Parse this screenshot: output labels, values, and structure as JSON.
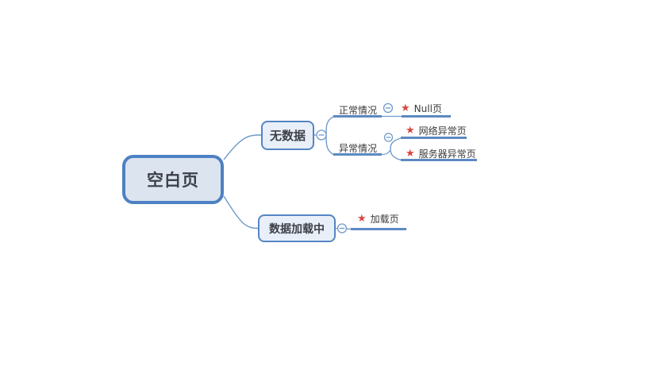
{
  "app": {
    "type": "mindmap-canvas",
    "background": "#ffffff"
  },
  "colors": {
    "root_border": "#4e81c3",
    "root_fill": "#dce4f0",
    "branch_border": "#5585c4",
    "branch_fill": "#e9eff8",
    "connector_line": "#6f9ac9",
    "topic_underline": "#5c8ac2",
    "star": "#d8473d",
    "node_text": "#3c4048",
    "label_text": "#3a3a3a"
  },
  "icons": {
    "star": "★"
  },
  "mindmap": {
    "root": {
      "label": "空白页"
    },
    "branch_no_data": {
      "label": "无数据"
    },
    "branch_loading": {
      "label": "数据加载中"
    },
    "child_normal": {
      "label": "正常情况"
    },
    "child_error": {
      "label": "异常情况"
    },
    "leaf_null_page": {
      "label": "Null页"
    },
    "leaf_network_error": {
      "label": "网络异常页"
    },
    "leaf_server_error": {
      "label": "服务器异常页"
    },
    "leaf_loading_page": {
      "label": "加载页"
    }
  }
}
